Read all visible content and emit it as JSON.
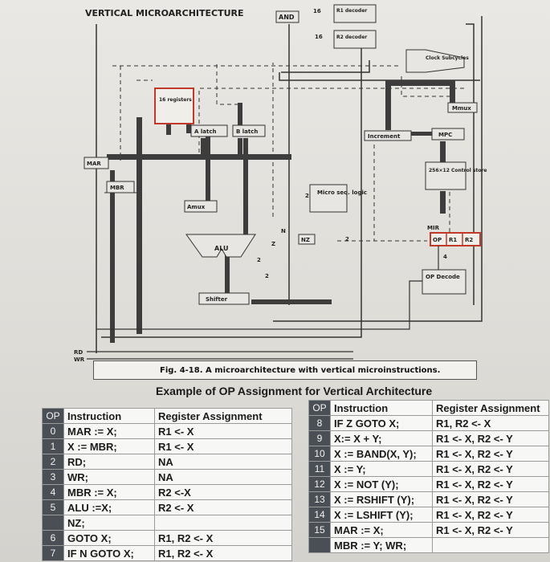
{
  "diagram": {
    "title": "VERTICAL MICROARCHITECTURE",
    "labels": {
      "and": "AND",
      "r1_decoder": "R1 decoder",
      "r2_decoder": "R2 decoder",
      "clock": "Clock Subcycles",
      "registers": "16 registers",
      "a_latch": "A latch",
      "b_latch": "B latch",
      "mar": "MAR",
      "mbr": "MBR",
      "amux": "Amux",
      "alu": "ALU",
      "shifter": "Shifter",
      "micro_seq": "Micro seq. logic",
      "nz": "NZ",
      "n": "N",
      "z": "Z",
      "mmux": "Mmux",
      "increment": "Increment",
      "mpc": "MPC",
      "control_store": "256×12 Control store",
      "mir": "MIR",
      "op": "OP",
      "r1": "R1",
      "r2": "R2",
      "op_decode": "OP Decode",
      "rd": "RD",
      "wr": "WR",
      "num16a": "16",
      "num16b": "16",
      "num2a": "2",
      "num2b": "2",
      "num2c": "2",
      "num2d": "2",
      "num4": "4"
    },
    "caption": "Fig. 4-18. A microarchitecture with vertical microinstructions."
  },
  "table_title": "Example of OP Assignment for Vertical Architecture",
  "table_headers": {
    "op": "OP",
    "instruction": "Instruction",
    "register": "Register Assignment"
  },
  "left_rows": [
    {
      "op": "0",
      "instruction": "MAR := X;",
      "register": "R1 <- X"
    },
    {
      "op": "1",
      "instruction": "X := MBR;",
      "register": "R1 <- X"
    },
    {
      "op": "2",
      "instruction": "RD;",
      "register": "NA"
    },
    {
      "op": "3",
      "instruction": "WR;",
      "register": "NA"
    },
    {
      "op": "4",
      "instruction": "MBR := X;",
      "register": "R2 <-X"
    },
    {
      "op": "5",
      "instruction": "ALU :=X;",
      "register": "R2 <- X"
    },
    {
      "op": "",
      "instruction": "NZ;",
      "register": ""
    },
    {
      "op": "6",
      "instruction": "GOTO X;",
      "register": "R1, R2 <- X"
    },
    {
      "op": "7",
      "instruction": "IF N GOTO X;",
      "register": "R1, R2 <- X"
    }
  ],
  "right_rows": [
    {
      "op": "8",
      "instruction": "IF Z GOTO X;",
      "register": "R1, R2 <- X"
    },
    {
      "op": "9",
      "instruction": "X:= X + Y;",
      "register": "R1 <- X, R2 <- Y"
    },
    {
      "op": "10",
      "instruction": "X := BAND(X, Y);",
      "register": "R1 <- X, R2 <- Y"
    },
    {
      "op": "11",
      "instruction": "X := Y;",
      "register": "R1 <- X, R2 <- Y"
    },
    {
      "op": "12",
      "instruction": "X := NOT (Y);",
      "register": "R1 <- X, R2 <- Y"
    },
    {
      "op": "13",
      "instruction": "X := RSHIFT (Y);",
      "register": "R1 <- X, R2 <- Y"
    },
    {
      "op": "14",
      "instruction": "X := LSHIFT (Y);",
      "register": "R1 <- X, R2 <- Y"
    },
    {
      "op": "15",
      "instruction": "MAR := X;",
      "register": "R1 <- X, R2 <- Y"
    },
    {
      "op": "",
      "instruction": "MBR := Y; WR;",
      "register": ""
    }
  ]
}
